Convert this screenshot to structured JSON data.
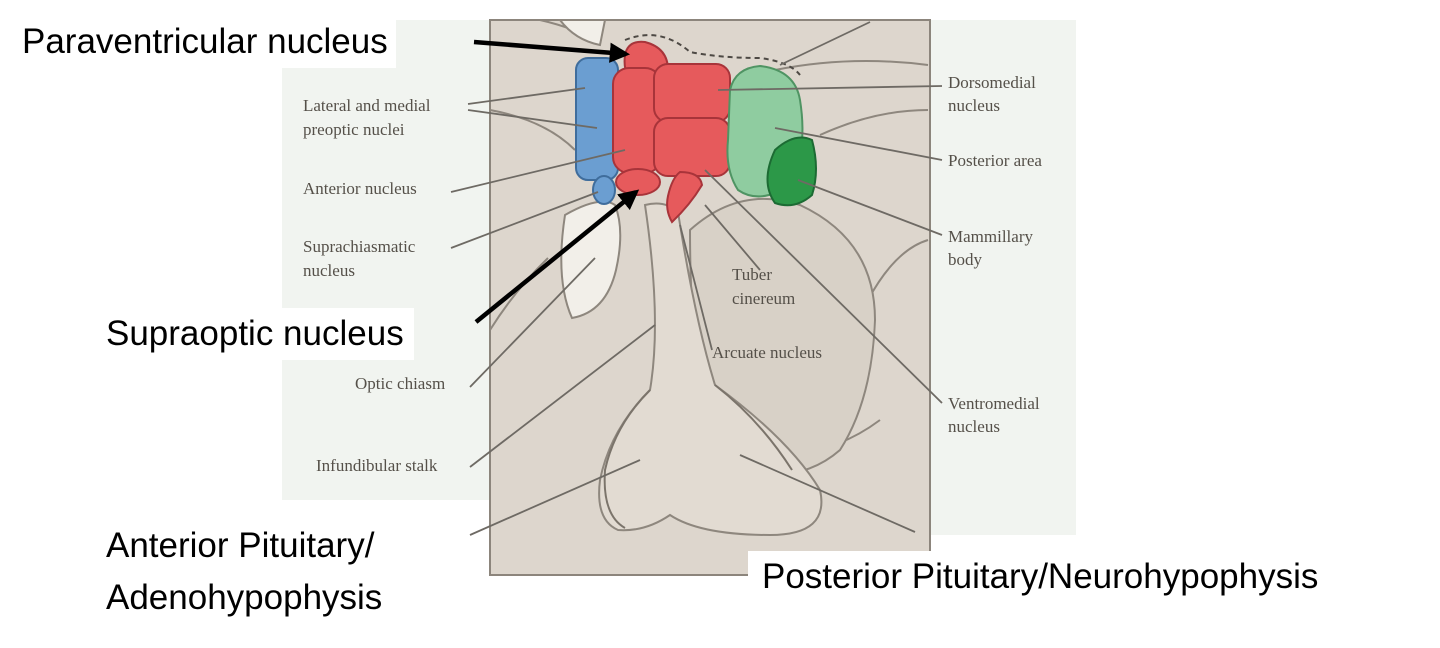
{
  "colors": {
    "background": "#ffffff",
    "panel_fill": "#f1f4f0",
    "tissue_fill": "#ddd6cd",
    "preoptic_blue": "#6b9ed1",
    "nucleus_red": "#e65a5c",
    "area_green_light": "#8fcca0",
    "area_green_dark": "#2c9848",
    "leader_line": "#6e6a64",
    "arrow": "#000000"
  },
  "icons": [
    "arrow-paraventricular-icon",
    "arrow-supraoptic-icon"
  ],
  "overlay_labels": {
    "paraventricular": "Paraventricular nucleus",
    "supraoptic": "Supraoptic nucleus",
    "anterior_pituitary_line1": "Anterior Pituitary/",
    "anterior_pituitary_line2": "Adenohypophysis",
    "posterior_pituitary": "Posterior Pituitary/Neurohypophysis"
  },
  "figure_labels": {
    "preoptic_line1": "Lateral and medial",
    "preoptic_line2": "preoptic nuclei",
    "anterior_nucleus": "Anterior nucleus",
    "suprachiasmatic_line1": "Suprachiasmatic",
    "suprachiasmatic_line2": "nucleus",
    "optic_chiasm": "Optic chiasm",
    "infundibular_stalk": "Infundibular stalk",
    "tuber_line1": "Tuber",
    "tuber_line2": "cinereum",
    "arcuate_nucleus": "Arcuate nucleus",
    "dorsomedial_line1": "Dorsomedial",
    "dorsomedial_line2": "nucleus",
    "posterior_area": "Posterior area",
    "mammillary_line1": "Mammillary",
    "mammillary_line2": "body",
    "ventromedial_line1": "Ventromedial",
    "ventromedial_line2": "nucleus"
  }
}
